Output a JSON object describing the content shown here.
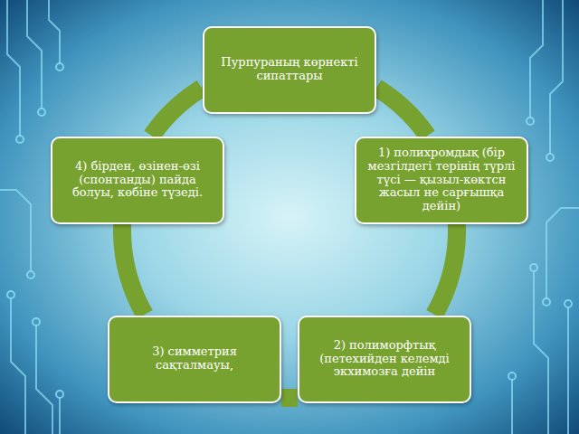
{
  "diagram": {
    "nodes": [
      {
        "text": [
          "Пурпураның көрнекті сипаттары"
        ]
      },
      {
        "text": [
          "1) полихромдық (бір мезгілдегі терінің түрлі түсі — қызыл-көктсн жасыл не сарғышқа дейін)"
        ]
      },
      {
        "text": [
          "2) полиморфтық (петехийден келемді экхимозға дейін"
        ]
      },
      {
        "text": [
          "3) симметрия сақталмауы,"
        ]
      },
      {
        "text": [
          "4) бірден, өзінен-өзі (спонтанды) пайда болуы, көбіне түзеді."
        ]
      }
    ],
    "edges": [
      {
        "from": 0,
        "to": 1,
        "arrow": "none"
      },
      {
        "from": 1,
        "to": 2,
        "arrow": "none"
      },
      {
        "from": 2,
        "to": 3,
        "arrow": "none"
      },
      {
        "from": 3,
        "to": 4,
        "arrow": "none"
      },
      {
        "from": 4,
        "to": 0,
        "arrow": "to"
      }
    ]
  }
}
